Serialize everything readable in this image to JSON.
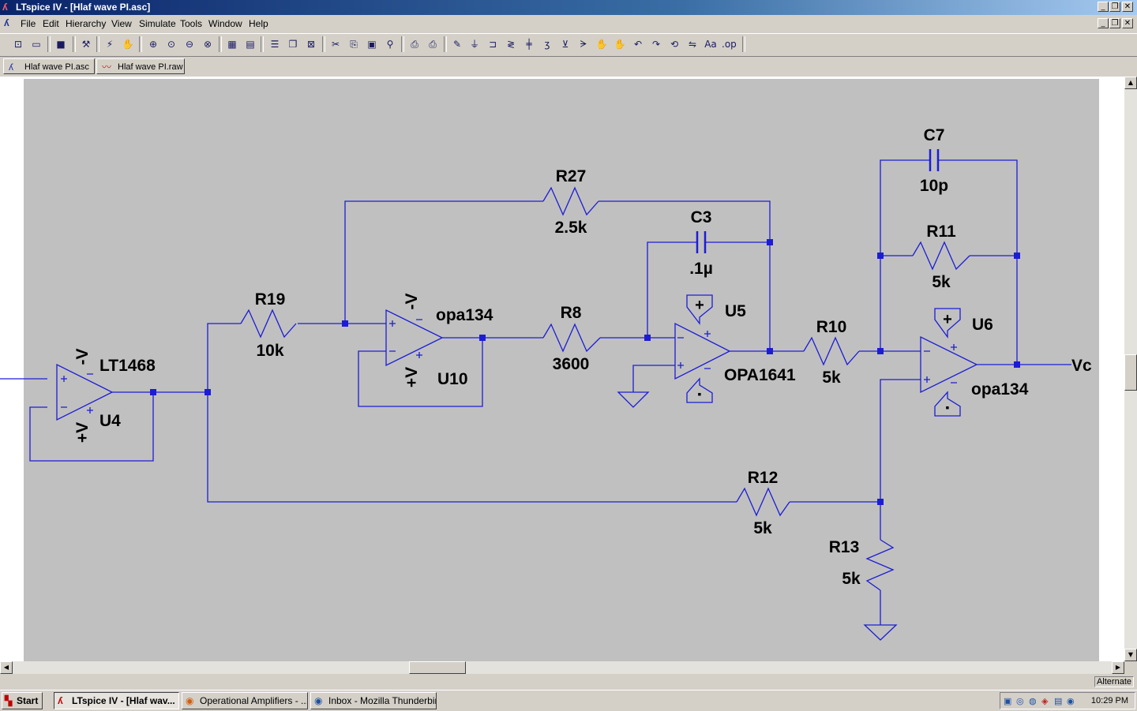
{
  "window": {
    "title": "LTspice IV - [Hlaf wave PI.asc]"
  },
  "window_controls": {
    "min": "_",
    "restore": "❐",
    "close": "✕"
  },
  "menu": [
    "File",
    "Edit",
    "Hierarchy",
    "View",
    "Simulate",
    "Tools",
    "Window",
    "Help"
  ],
  "tabs": [
    {
      "label": "Hlaf wave PI.asc",
      "icon": "schematic-icon"
    },
    {
      "label": "Hlaf wave PI.raw",
      "icon": "waveform-icon"
    }
  ],
  "schematic": {
    "components": {
      "R19": {
        "name": "R19",
        "value": "10k"
      },
      "R27": {
        "name": "R27",
        "value": "2.5k"
      },
      "R8": {
        "name": "R8",
        "value": "3600"
      },
      "C3": {
        "name": "C3",
        "value": ".1µ"
      },
      "R10": {
        "name": "R10",
        "value": "5k"
      },
      "C7": {
        "name": "C7",
        "value": "10p"
      },
      "R11": {
        "name": "R11",
        "value": "5k"
      },
      "R12": {
        "name": "R12",
        "value": "5k"
      },
      "R13": {
        "name": "R13",
        "value": "5k"
      },
      "U4": {
        "name": "U4",
        "model": "LT1468"
      },
      "U10": {
        "name": "U10",
        "model": "opa134"
      },
      "U5": {
        "name": "U5",
        "model": "OPA1641"
      },
      "U6": {
        "name": "U6",
        "model": "opa134"
      }
    },
    "supply_labels": {
      "neg": "-V",
      "pos": "+V"
    },
    "output_label": "Vc"
  },
  "status": {
    "mode": "Alternate"
  },
  "taskbar": {
    "start": "Start",
    "tasks": [
      {
        "label": "LTspice IV - [Hlaf wav...",
        "active": true
      },
      {
        "label": "Operational Amplifiers - ...",
        "active": false
      },
      {
        "label": "Inbox - Mozilla Thunderbird",
        "active": false
      }
    ],
    "clock": "10:29 PM"
  }
}
